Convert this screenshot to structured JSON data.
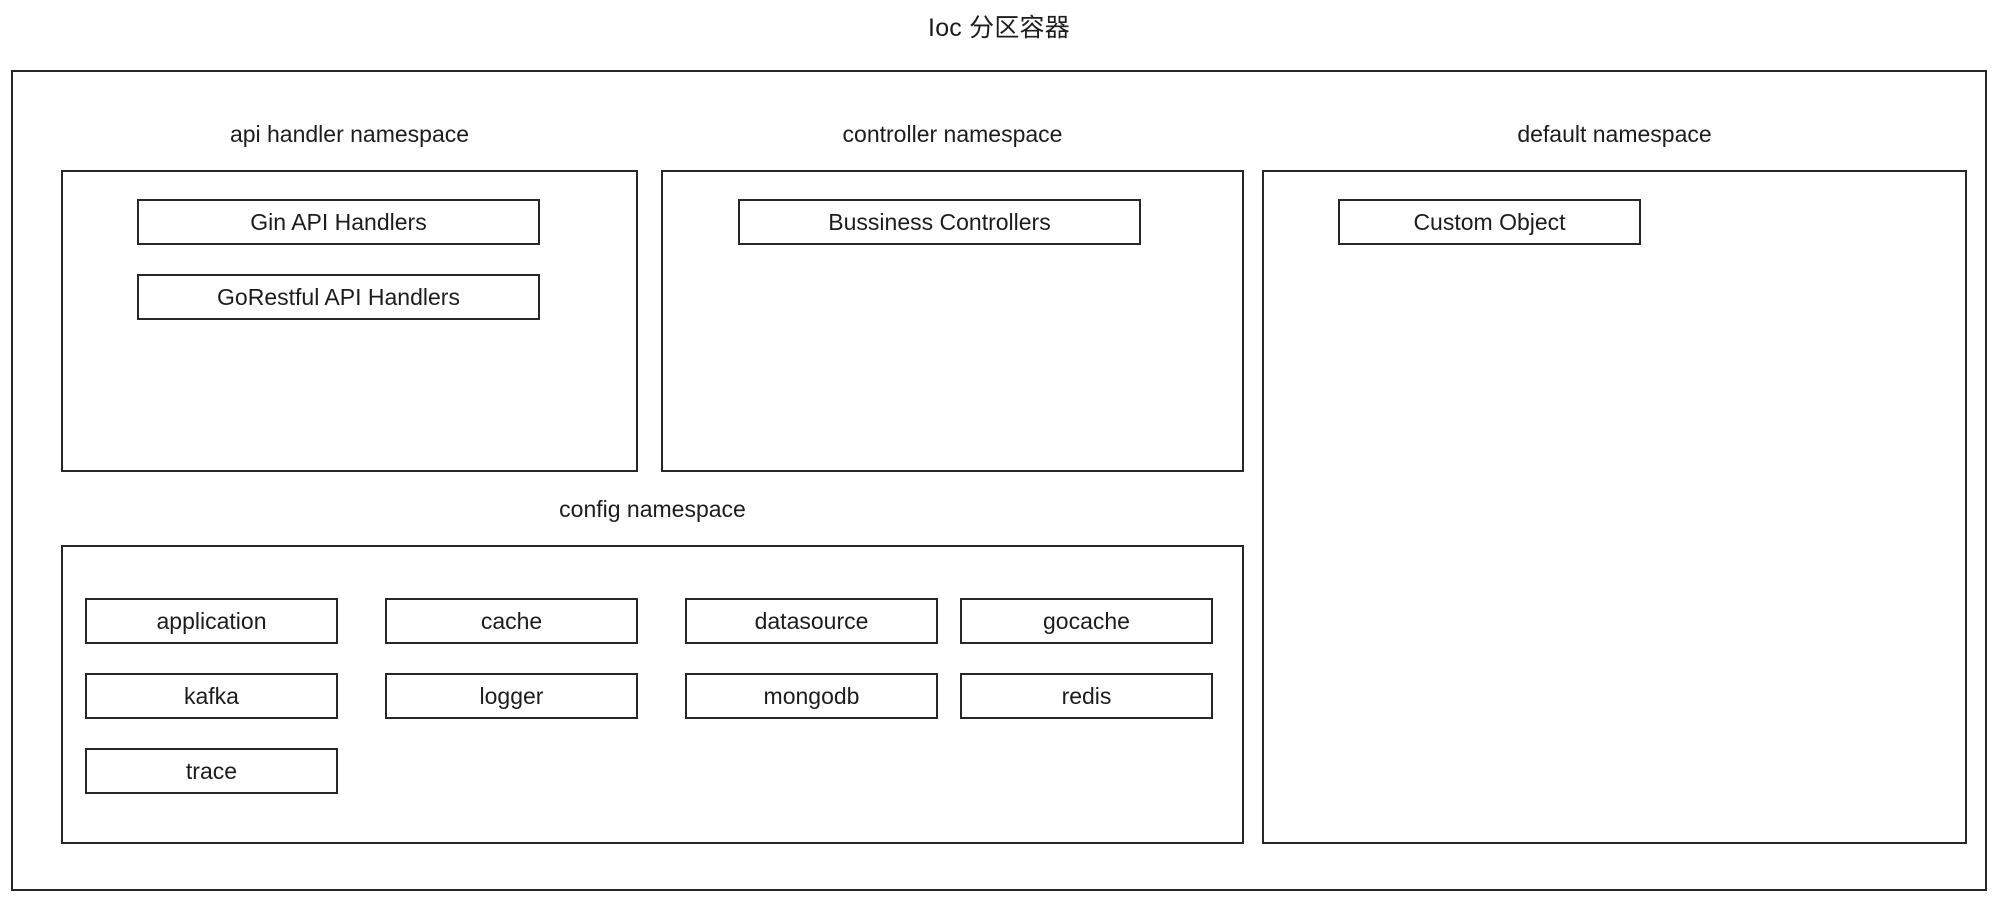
{
  "diagram": {
    "title": "Ioc 分区容器",
    "type": "nested-container-diagram",
    "colors": {
      "background": "#ffffff",
      "border": "#272727",
      "text": "#1c1c1c"
    },
    "outer_container": {
      "label": "Ioc 分区容器"
    },
    "namespaces": [
      {
        "key": "api_handler",
        "label": "api handler namespace",
        "items": [
          {
            "key": "gin",
            "label": "Gin API Handlers"
          },
          {
            "key": "gorestful",
            "label": "GoRestful API Handlers"
          }
        ]
      },
      {
        "key": "controller",
        "label": "controller namespace",
        "items": [
          {
            "key": "bussiness",
            "label": "Bussiness Controllers"
          }
        ]
      },
      {
        "key": "default",
        "label": "default namespace",
        "items": [
          {
            "key": "custom",
            "label": "Custom Object"
          }
        ]
      },
      {
        "key": "config",
        "label": "config namespace",
        "items": [
          {
            "key": "application",
            "label": "application"
          },
          {
            "key": "cache",
            "label": "cache"
          },
          {
            "key": "datasource",
            "label": "datasource"
          },
          {
            "key": "gocache",
            "label": "gocache"
          },
          {
            "key": "kafka",
            "label": "kafka"
          },
          {
            "key": "logger",
            "label": "logger"
          },
          {
            "key": "mongodb",
            "label": "mongodb"
          },
          {
            "key": "redis",
            "label": "redis"
          },
          {
            "key": "trace",
            "label": "trace"
          }
        ]
      }
    ]
  }
}
